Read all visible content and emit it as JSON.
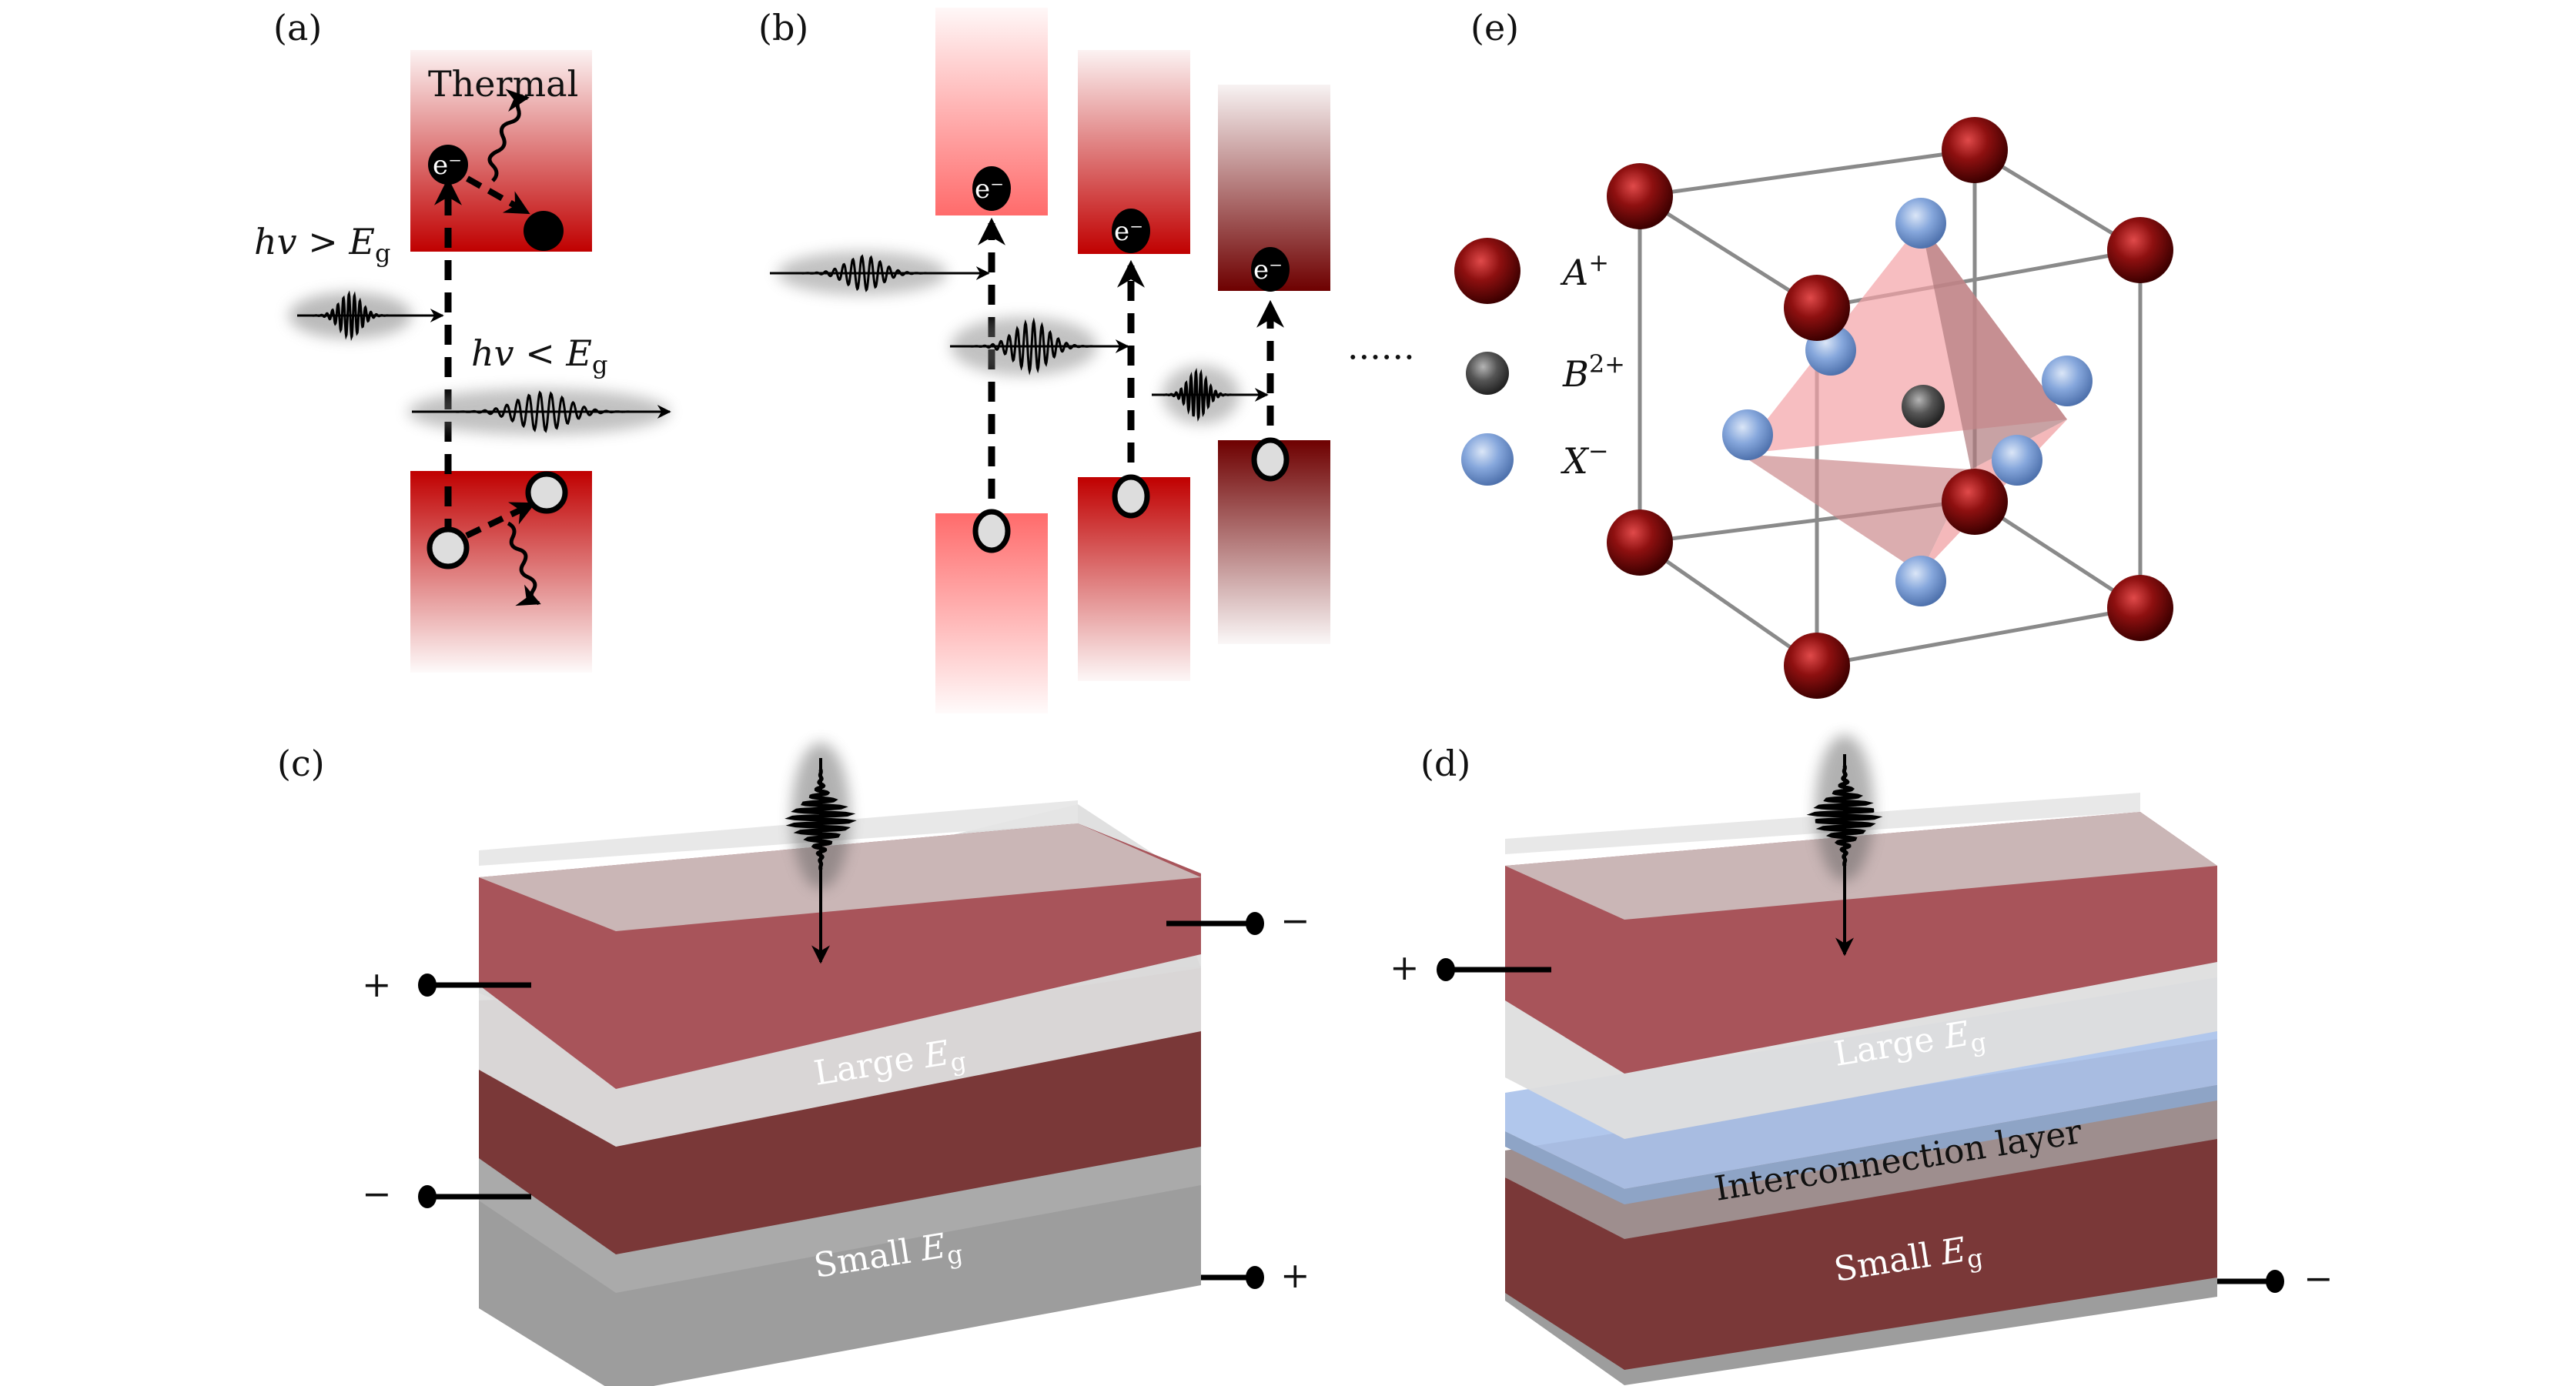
{
  "figure": {
    "panels": {
      "a": {
        "label": "(a)",
        "thermal_label": "Thermal",
        "photon_high": {
          "prefix": "hv > ",
          "var": "E",
          "sub": "g"
        },
        "photon_low": {
          "prefix": "hv < ",
          "var": "E",
          "sub": "g"
        },
        "electron_label": "e⁻"
      },
      "b": {
        "label": "(b)",
        "electron_label": "e⁻",
        "ellipsis": "······",
        "band_colors": [
          "#ff6b6b",
          "#c00000",
          "#7a0000"
        ]
      },
      "c": {
        "label": "(c)",
        "top_layer": {
          "prefix": "Large ",
          "var": "E",
          "sub": "g"
        },
        "bottom_layer": {
          "prefix": "Small ",
          "var": "E",
          "sub": "g"
        },
        "terminals": {
          "top_left": "+",
          "top_right": "−",
          "bottom_left": "−",
          "bottom_right": "+"
        }
      },
      "d": {
        "label": "(d)",
        "top_layer": {
          "prefix": "Large ",
          "var": "E",
          "sub": "g"
        },
        "middle_layer": "Interconnection layer",
        "bottom_layer": {
          "prefix": "Small ",
          "var": "E",
          "sub": "g"
        },
        "terminals": {
          "top_left": "+",
          "bottom_right": "−"
        }
      },
      "e": {
        "label": "(e)",
        "legend": [
          {
            "ion": "A",
            "charge": "+",
            "color": "#8b0f0f"
          },
          {
            "ion": "B",
            "charge": "2+",
            "color": "#5a5a5a"
          },
          {
            "ion": "X",
            "charge": "−",
            "color": "#7a9fd6"
          }
        ]
      }
    }
  }
}
